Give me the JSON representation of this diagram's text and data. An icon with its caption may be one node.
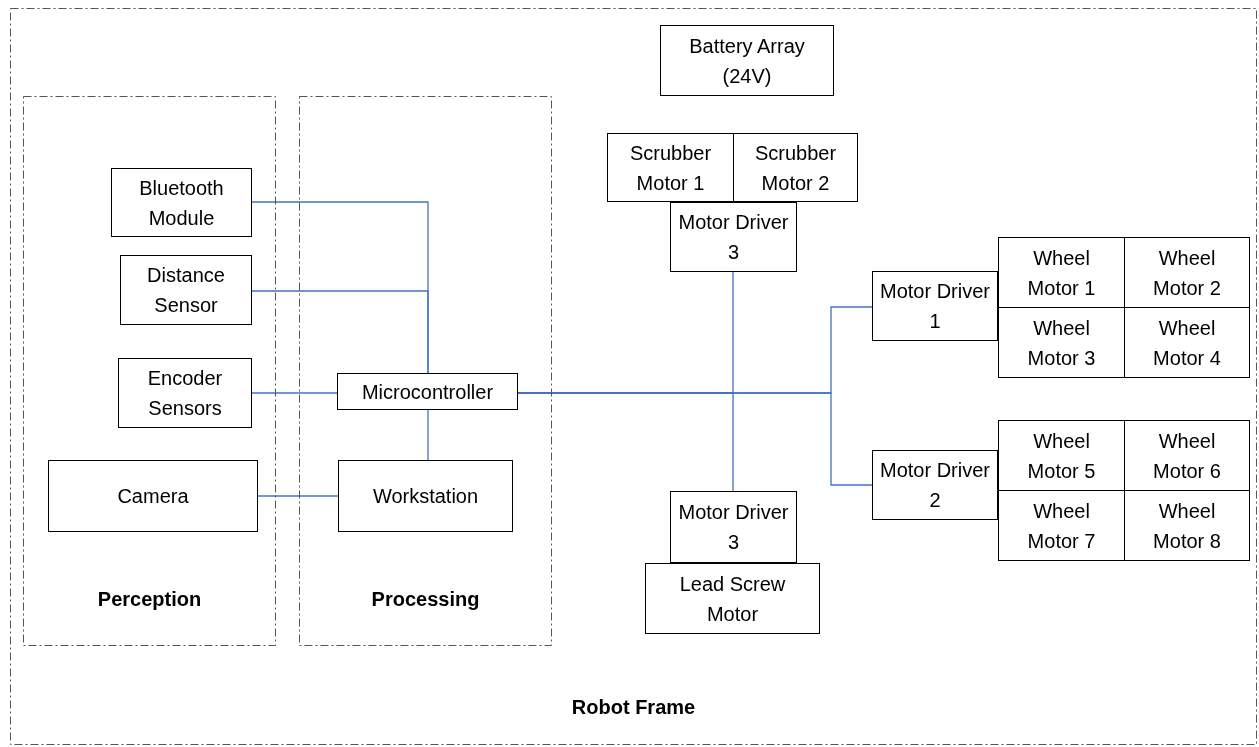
{
  "diagram": {
    "nodes": [
      {
        "text": [
          "Robot Frame"
        ]
      },
      {
        "text": [
          "Perception"
        ],
        "in": 0
      },
      {
        "text": [
          "Processing"
        ],
        "in": 0
      },
      {
        "text": [
          "Bluetooth Module"
        ],
        "in": 1
      },
      {
        "text": [
          "Distance Sensor"
        ],
        "in": 1
      },
      {
        "text": [
          "Encoder Sensors"
        ],
        "in": 1
      },
      {
        "text": [
          "Camera"
        ],
        "in": 1
      },
      {
        "text": [
          "Microcontroller"
        ],
        "in": 2
      },
      {
        "text": [
          "Workstation"
        ],
        "in": 2
      },
      {
        "text": [
          "Battery Array (24V)"
        ],
        "in": 0
      },
      {
        "text": [
          "Scrubber Motor 1"
        ],
        "in": 0
      },
      {
        "text": [
          "Scrubber Motor 2"
        ],
        "in": 0
      },
      {
        "text": [
          "Motor Driver 3"
        ],
        "in": 0
      },
      {
        "text": [
          "Motor Driver 1"
        ],
        "in": 0
      },
      {
        "text": [
          "Wheel Motor 1"
        ],
        "in": 0
      },
      {
        "text": [
          "Wheel Motor 2"
        ],
        "in": 0
      },
      {
        "text": [
          "Wheel Motor 3"
        ],
        "in": 0
      },
      {
        "text": [
          "Wheel Motor 4"
        ],
        "in": 0
      },
      {
        "text": [
          "Motor Driver 2"
        ],
        "in": 0
      },
      {
        "text": [
          "Wheel Motor 5"
        ],
        "in": 0
      },
      {
        "text": [
          "Wheel Motor 6"
        ],
        "in": 0
      },
      {
        "text": [
          "Wheel Motor 7"
        ],
        "in": 0
      },
      {
        "text": [
          "Wheel Motor 8"
        ],
        "in": 0
      },
      {
        "text": [
          "Motor Driver 3"
        ],
        "in": 0
      },
      {
        "text": [
          "Lead Screw Motor"
        ],
        "in": 0
      }
    ],
    "edges": [
      {
        "from": 3,
        "to": 7,
        "arrow": "none"
      },
      {
        "from": 4,
        "to": 7,
        "arrow": "none"
      },
      {
        "from": 5,
        "to": 7,
        "arrow": "none"
      },
      {
        "from": 7,
        "to": 8,
        "arrow": "none"
      },
      {
        "from": 6,
        "to": 8,
        "arrow": "none"
      },
      {
        "from": 7,
        "to": 12,
        "arrow": "none"
      },
      {
        "from": 7,
        "to": 23,
        "arrow": "none"
      },
      {
        "from": 7,
        "to": 13,
        "arrow": "none"
      },
      {
        "from": 7,
        "to": 18,
        "arrow": "none"
      }
    ]
  }
}
